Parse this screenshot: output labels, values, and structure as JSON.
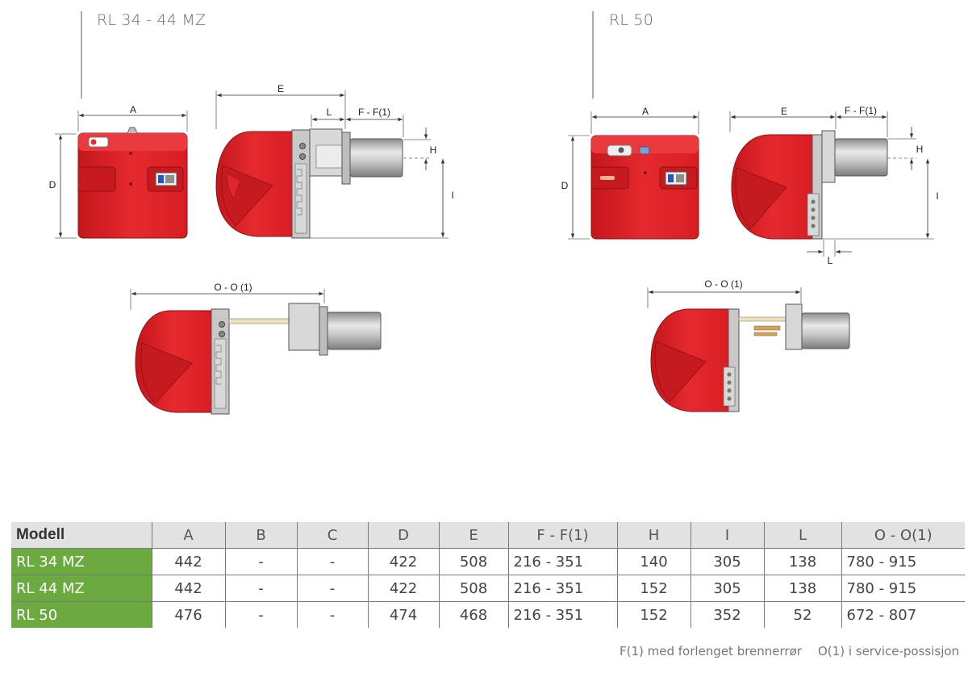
{
  "headings": {
    "left": "RL 34 - 44 MZ",
    "right": "RL 50"
  },
  "dims": {
    "A": "A",
    "D": "D",
    "E": "E",
    "L": "L",
    "F": "F - F(1)",
    "H": "H",
    "I": "I",
    "O": "O - O (1)"
  },
  "table": {
    "headers": [
      "Modell",
      "A",
      "B",
      "C",
      "D",
      "E",
      "F - F(1)",
      "H",
      "I",
      "L",
      "O - O(1)"
    ],
    "rows": [
      [
        "RL 34 MZ",
        "442",
        "-",
        "-",
        "422",
        "508",
        "216 - 351",
        "140",
        "305",
        "138",
        "780 - 915"
      ],
      [
        "RL 44 MZ",
        "442",
        "-",
        "-",
        "422",
        "508",
        "216 - 351",
        "152",
        "305",
        "138",
        "780 - 915"
      ],
      [
        "RL 50",
        "476",
        "-",
        "-",
        "474",
        "468",
        "216 - 351",
        "152",
        "352",
        "52",
        "672 - 807"
      ]
    ]
  },
  "footnotes": {
    "f1": "F(1) med forlenget brennerrør",
    "o1": "O(1) i service-possisjon"
  },
  "colors": {
    "burner_red": "#e52a2f",
    "model_green": "#6aaa3e",
    "header_grey": "#e2e2e2"
  }
}
